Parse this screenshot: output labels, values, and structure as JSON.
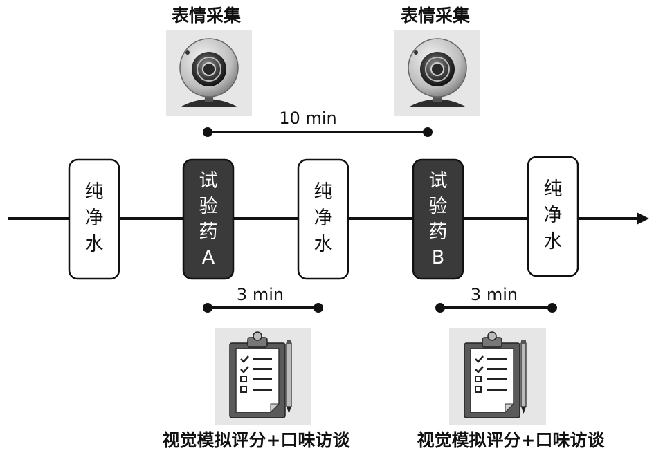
{
  "top_captions": [
    {
      "text": "表情采集",
      "icon": "webcam-icon"
    },
    {
      "text": "表情采集",
      "icon": "webcam-icon"
    }
  ],
  "bottom_captions": [
    {
      "text": "视觉模拟评分+口味访谈",
      "icon": "clipboard-checklist-icon"
    },
    {
      "text": "视觉模拟评分+口味访谈",
      "icon": "clipboard-checklist-icon"
    }
  ],
  "durations": {
    "top": "10 min",
    "bottom_1": "3 min",
    "bottom_2": "3 min"
  },
  "steps": [
    {
      "type": "water",
      "lines": [
        "纯",
        "净",
        "水"
      ]
    },
    {
      "type": "drug",
      "lines": [
        "试",
        "验",
        "药",
        "A"
      ]
    },
    {
      "type": "water",
      "lines": [
        "纯",
        "净",
        "水"
      ]
    },
    {
      "type": "drug",
      "lines": [
        "试",
        "验",
        "药",
        "B"
      ]
    },
    {
      "type": "water",
      "lines": [
        "纯",
        "净",
        "水"
      ]
    }
  ],
  "colors": {
    "drug_fill": "#3a3a3a",
    "water_fill": "#ffffff",
    "line": "#111111",
    "icon_bg": "#e6e6e6"
  }
}
